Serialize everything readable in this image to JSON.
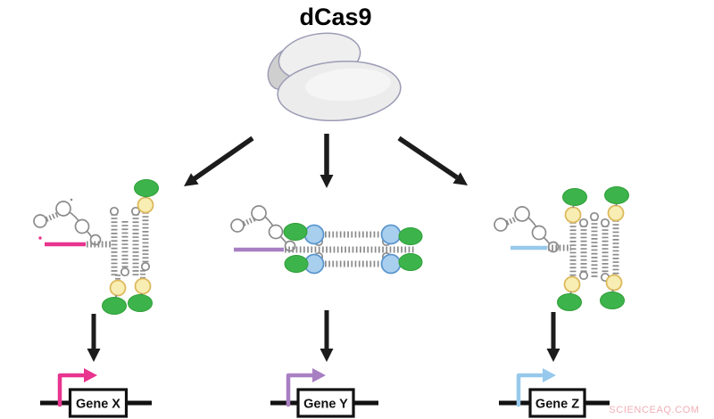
{
  "title": "dCas9",
  "watermark": "SCIENCEAQ.COM",
  "colors": {
    "arrow_black": "#1c1c1c",
    "scaffold_gray": "#8b8b8b",
    "protein_fill": "#ececec",
    "protein_stroke": "#9b9bb5",
    "effector_green": "#3cb44b",
    "aptamer_yellow_fill": "#f8edb2",
    "aptamer_yellow_stroke": "#ddb95c",
    "aptamer_blue_fill": "#a9cfee",
    "aptamer_blue_stroke": "#5b96ce",
    "watermark_pink": "#f2aeb6"
  },
  "branches": [
    {
      "id": "gene-x",
      "gene_label": "Gene X",
      "accent": "#e8348e"
    },
    {
      "id": "gene-y",
      "gene_label": "Gene Y",
      "accent": "#a87fc2"
    },
    {
      "id": "gene-z",
      "gene_label": "Gene Z",
      "accent": "#97c9ec"
    }
  ]
}
